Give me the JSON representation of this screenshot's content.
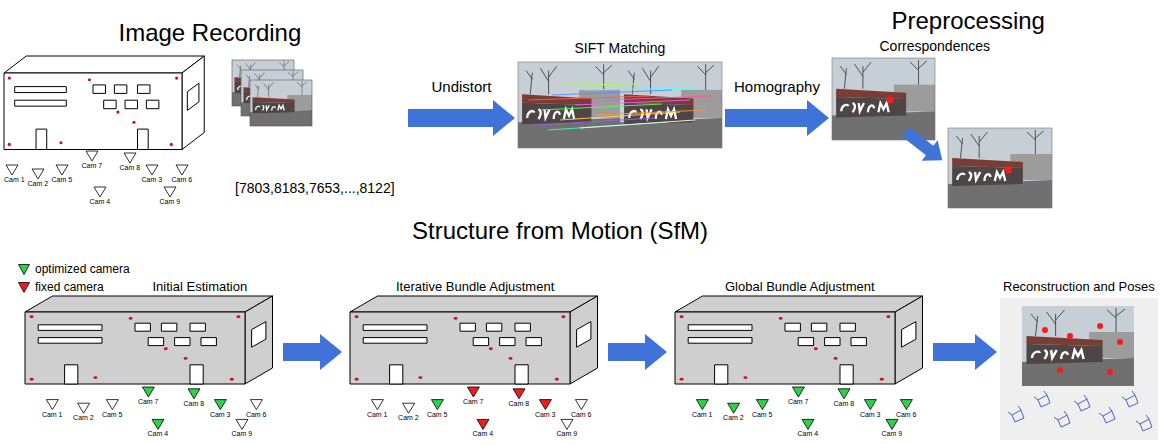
{
  "diagram": {
    "nodes": [
      {
        "text": [
          "Image Recording",
          "[7803,8183,7653,...,8122]"
        ]
      },
      {
        "text": [
          "SIFT Matching"
        ]
      },
      {
        "text": [
          "Correspondences"
        ]
      },
      {
        "text": [
          "Initial Estimation"
        ]
      },
      {
        "text": [
          "Iterative Bundle Adjustment"
        ]
      },
      {
        "text": [
          "Global Bundle Adjustment"
        ]
      },
      {
        "text": [
          "Reconstruction and Poses"
        ]
      }
    ],
    "edges": [
      {
        "from": 0,
        "to": 1,
        "arrow": "to",
        "label": "Undistort"
      },
      {
        "from": 1,
        "to": 2,
        "arrow": "to",
        "label": "Homography"
      },
      {
        "from": 3,
        "to": 4,
        "arrow": "to"
      },
      {
        "from": 4,
        "to": 5,
        "arrow": "to"
      },
      {
        "from": 5,
        "to": 6,
        "arrow": "to"
      }
    ],
    "labels": [
      "Preprocessing",
      "Cam 1",
      "Cam 2",
      "Cam 5",
      "Cam 7",
      "Cam 4",
      "Cam 8",
      "Cam 3",
      "Cam 6",
      "Cam 9",
      "Structure from Motion (SfM)",
      "Cam 1",
      "Cam 2",
      "Cam 5",
      "Cam 7",
      "Cam 4",
      "Cam 8",
      "Cam 3",
      "Cam 6",
      "Cam 9",
      "Cam 1",
      "Cam 2",
      "Cam 5",
      "Cam 7",
      "Cam 4",
      "Cam 8",
      "Cam 3",
      "Cam 6",
      "Cam 9",
      "Cam 1",
      "Cam 2",
      "Cam 5",
      "Cam 7",
      "Cam 4",
      "Cam 8",
      "Cam 3",
      "Cam 6",
      "Cam 9"
    ],
    "legend": [
      {
        "text": "optimized camera",
        "color": "#2ed14a"
      },
      {
        "text": "fixed camera",
        "color": "#f01c1c"
      }
    ]
  }
}
